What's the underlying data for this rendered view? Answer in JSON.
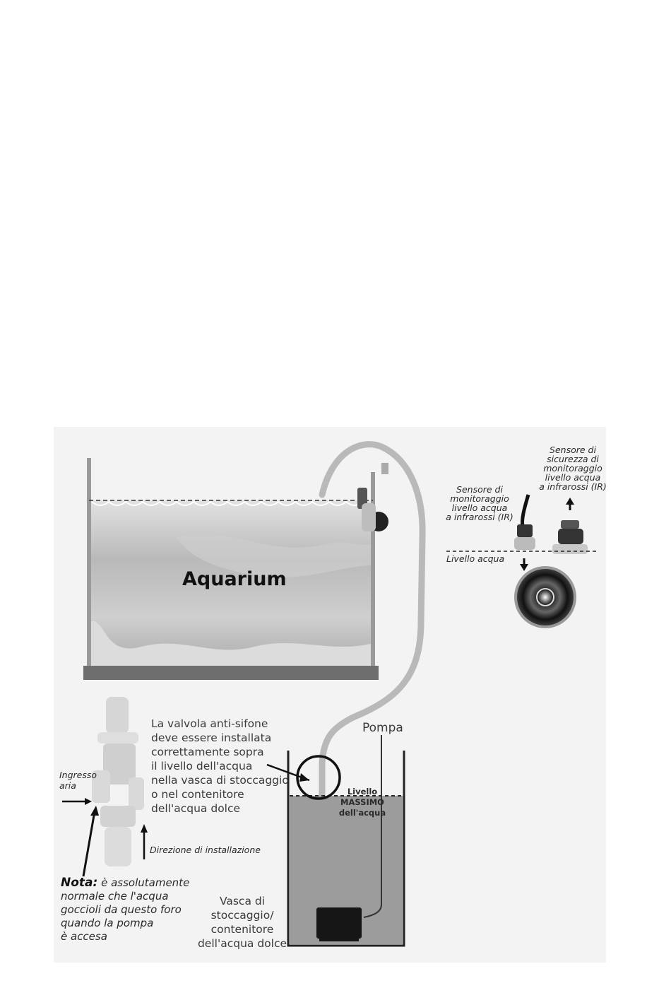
{
  "aquarium": {
    "title": "Aquarium"
  },
  "sensors": {
    "ir_sensor": [
      "Sensore di",
      "monitoraggio",
      "livello acqua",
      "a infrarossi (IR)"
    ],
    "safety_sensor": [
      "Sensore di",
      "sicurezza di",
      "monitoraggio",
      "livello acqua",
      "a infrarossi (IR)"
    ],
    "water_level": "Livello acqua"
  },
  "valve_note": [
    "La valvola anti-sifone",
    "deve essere installata",
    "correttamente sopra",
    "il livello dell'acqua",
    "nella vasca di stoccaggio",
    "o nel contenitore",
    "dell'acqua dolce"
  ],
  "pump_label": "Pompa",
  "max_level": [
    "Livello",
    "MASSIMO",
    "dell'acqua"
  ],
  "air_inlet": [
    "Ingresso",
    "aria"
  ],
  "install_direction": "Direzione di installazione",
  "note": {
    "prefix": "Nota:",
    "lines": [
      "è assolutamente",
      "normale che l'acqua",
      "goccioli da questo foro",
      "quando la pompa",
      "è accesa"
    ]
  },
  "storage_tank": [
    "Vasca di",
    "stoccaggio/",
    "contenitore",
    "dell'acqua dolce"
  ]
}
